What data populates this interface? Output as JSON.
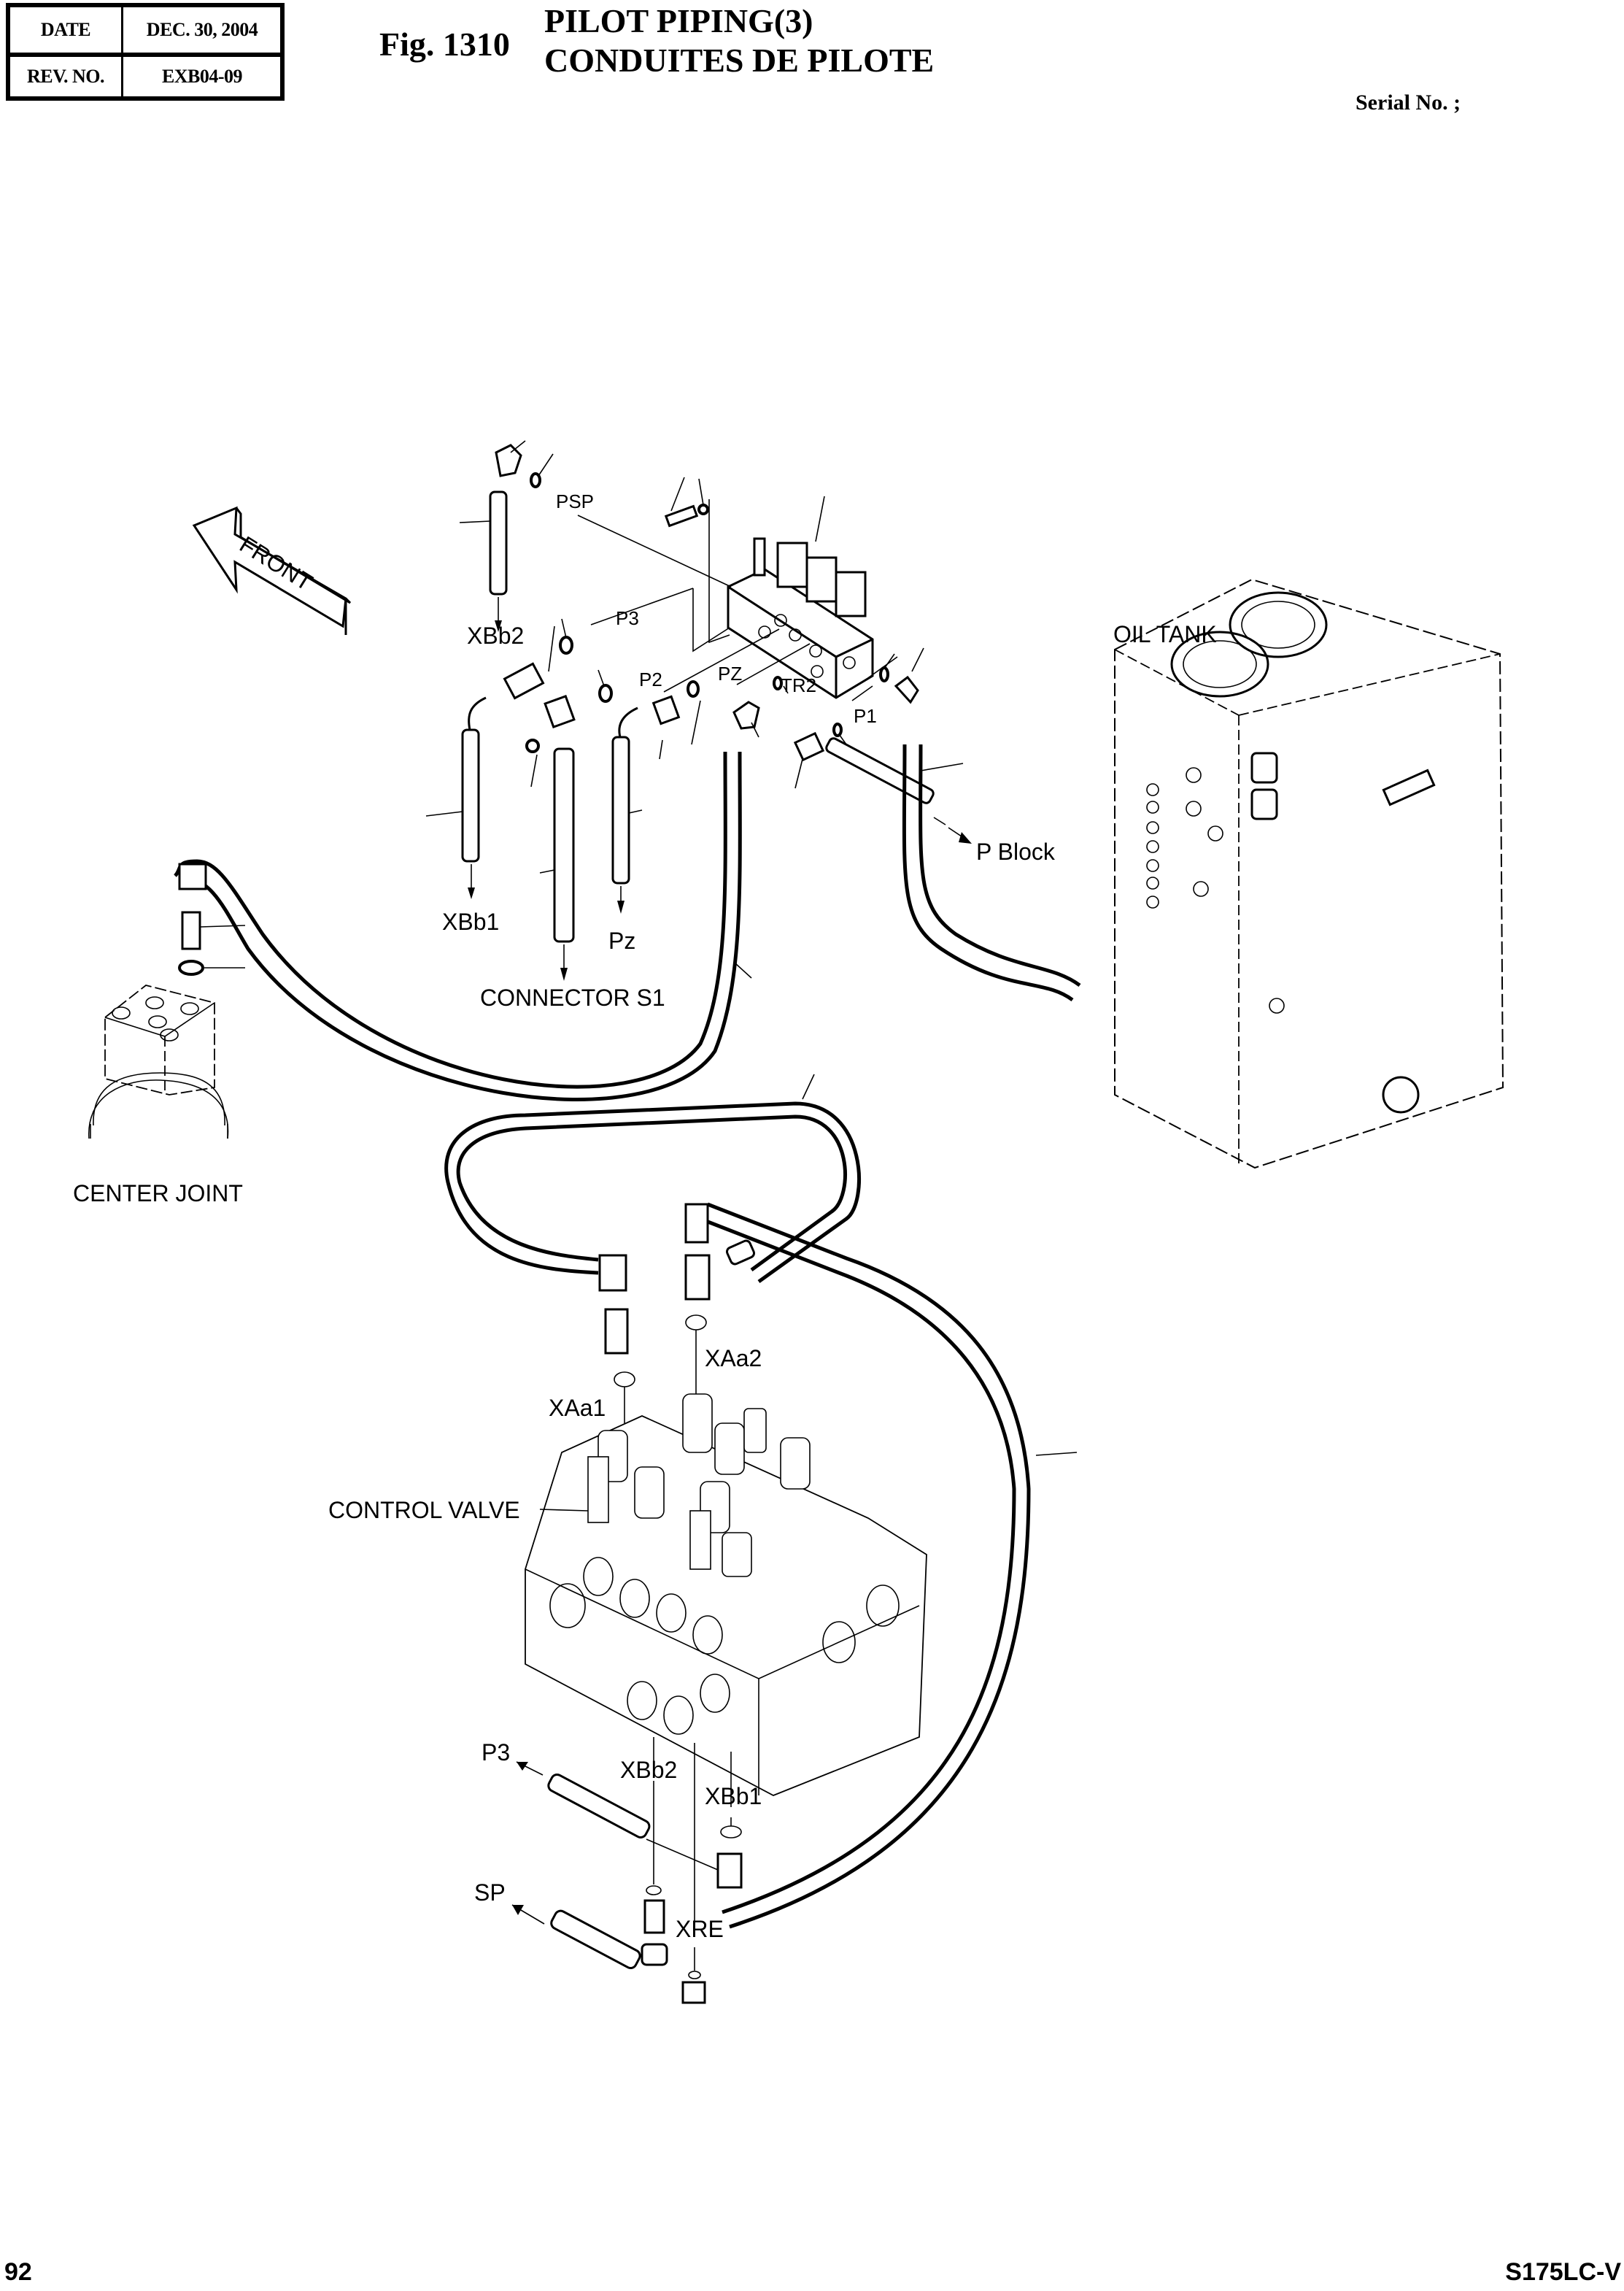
{
  "header": {
    "date_label": "DATE",
    "date_value": "DEC. 30, 2004",
    "rev_label": "REV. NO.",
    "rev_value": "EXB04-09",
    "figure_number": "Fig. 1310",
    "title_en": "PILOT PIPING(3)",
    "title_fr": "CONDUITES DE PILOTE",
    "serial_label": "Serial No. ;"
  },
  "footer": {
    "page_number": "92",
    "model": "S175LC-V"
  },
  "diagram": {
    "direction_arrow": "FRONT",
    "components": {
      "oil_tank": "OIL TANK",
      "center_joint": "CENTER JOINT",
      "control_valve": "CONTROL VALVE",
      "connector": "CONNECTOR S1",
      "p_block": "P Block"
    },
    "port_labels_upper": [
      "PSP",
      "P3",
      "P2",
      "PZ",
      "TR2",
      "P1"
    ],
    "hose_destinations_upper": [
      "XBb2",
      "XBb1",
      "Pz"
    ],
    "port_labels_valve": [
      "XAa1",
      "XAa2",
      "XBb2",
      "XBb1",
      "XRE"
    ],
    "hose_destinations_lower": [
      "P3",
      "SP"
    ]
  }
}
